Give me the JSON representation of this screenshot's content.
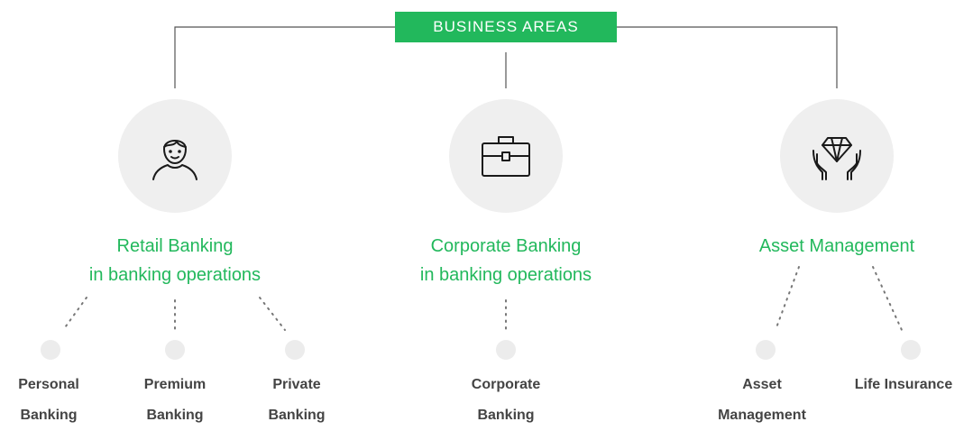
{
  "header": {
    "label": "BUSINESS AREAS"
  },
  "areas": [
    {
      "icon": "person-icon",
      "title_line1": "Retail Banking",
      "title_line2": "in banking operations",
      "subs": [
        {
          "line1": "Personal",
          "line2": "Banking"
        },
        {
          "line1": "Premium",
          "line2": "Banking"
        },
        {
          "line1": "Private",
          "line2": "Banking"
        }
      ]
    },
    {
      "icon": "briefcase-icon",
      "title_line1": "Corporate Banking",
      "title_line2": "in banking operations",
      "subs": [
        {
          "line1": "Corporate",
          "line2": "Banking"
        }
      ]
    },
    {
      "icon": "diamond-hands-icon",
      "title_line1": "Asset Management",
      "title_line2": "",
      "subs": [
        {
          "line1": "Asset",
          "line2": "Management"
        },
        {
          "line1": "Life Insurance",
          "line2": ""
        }
      ]
    }
  ],
  "colors": {
    "accent": "#22b85c",
    "circle": "#efefef",
    "text": "#444444",
    "line": "#555555"
  }
}
